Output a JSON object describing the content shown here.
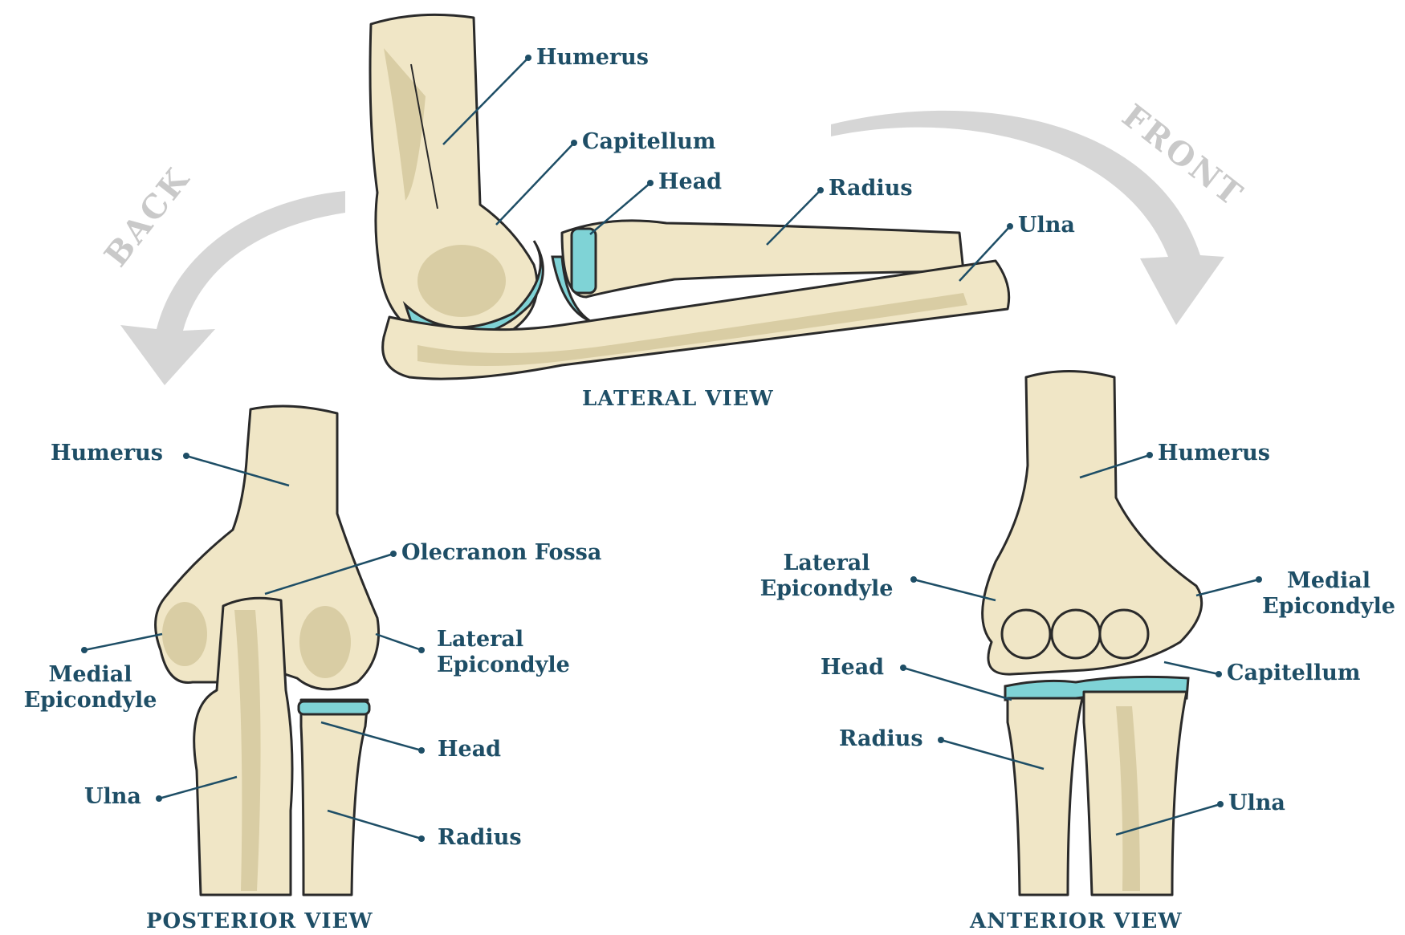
{
  "arrows": {
    "back": "BACK",
    "front": "FRONT"
  },
  "views": {
    "lateral": {
      "title": "LATERAL VIEW",
      "labels": {
        "humerus": "Humerus",
        "capitellum": "Capitellum",
        "head": "Head",
        "radius": "Radius",
        "ulna": "Ulna"
      }
    },
    "posterior": {
      "title": "POSTERIOR VIEW",
      "labels": {
        "humerus": "Humerus",
        "olecranon_fossa": "Olecranon Fossa",
        "lateral_epicondyle": "Lateral\nEpicondyle",
        "medial_epicondyle": "Medial\nEpicondyle",
        "head": "Head",
        "ulna": "Ulna",
        "radius": "Radius"
      }
    },
    "anterior": {
      "title": "ANTERIOR VIEW",
      "labels": {
        "humerus": "Humerus",
        "lateral_epicondyle": "Lateral\nEpicondyle",
        "medial_epicondyle": "Medial\nEpicondyle",
        "head": "Head",
        "capitellum": "Capitellum",
        "radius": "Radius",
        "ulna": "Ulna"
      }
    }
  },
  "colors": {
    "bone": "#f0e6c6",
    "bone_shade": "#d9cda4",
    "cartilage": "#7fd3d6",
    "label": "#1e4e66",
    "arrow": "#c9c9c9"
  }
}
